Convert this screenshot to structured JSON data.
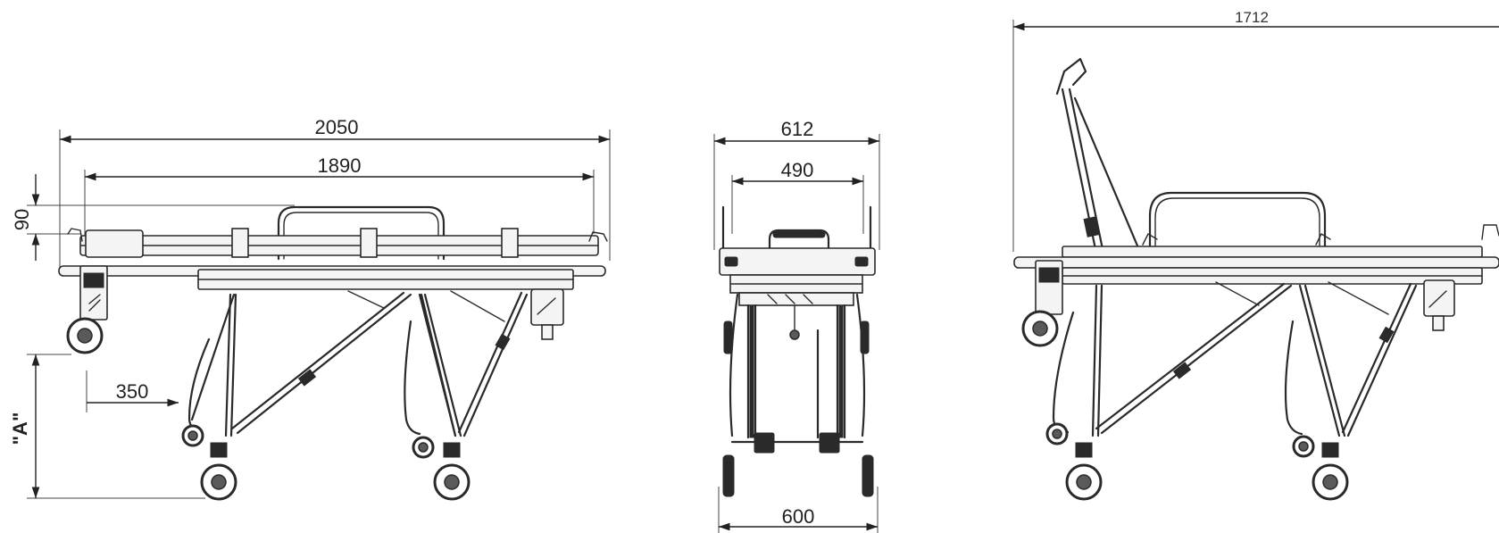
{
  "diagram": {
    "dimensions": {
      "overall_length": "2050",
      "platform_length": "1890",
      "platform_height": "90",
      "wheel_offset": "350",
      "height_variable": "\"A\"",
      "overall_width": "612",
      "platform_width": "490",
      "wheelbase_width": "600",
      "folded_length": "1712"
    },
    "colors": {
      "line": "#2a2a2a",
      "background": "#ffffff"
    }
  }
}
